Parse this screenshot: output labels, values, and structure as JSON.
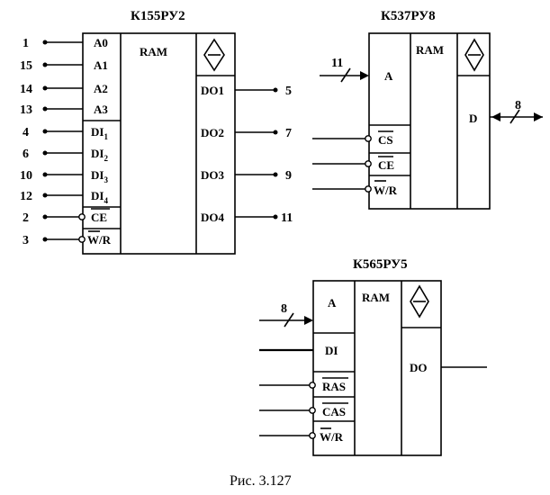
{
  "caption": "Рис. 3.127",
  "chips": {
    "k155": {
      "title": "К155РУ2",
      "ram": "RAM",
      "addr": [
        {
          "pin": "1",
          "label": "A0"
        },
        {
          "pin": "15",
          "label": "A1"
        },
        {
          "pin": "14",
          "label": "A2"
        },
        {
          "pin": "13",
          "label": "A3"
        }
      ],
      "data_in": [
        {
          "pin": "4",
          "label": "DI",
          "sub": "1"
        },
        {
          "pin": "6",
          "label": "DI",
          "sub": "2"
        },
        {
          "pin": "10",
          "label": "DI",
          "sub": "3"
        },
        {
          "pin": "12",
          "label": "DI",
          "sub": "4"
        }
      ],
      "ce": {
        "pin": "2",
        "label": "CE"
      },
      "wr": {
        "pin": "3",
        "label": "W/R"
      },
      "outputs": [
        {
          "pin": "5",
          "label": "DO1"
        },
        {
          "pin": "7",
          "label": "DO2"
        },
        {
          "pin": "9",
          "label": "DO3"
        },
        {
          "pin": "11",
          "label": "DO4"
        }
      ]
    },
    "k537": {
      "title": "К537РУ8",
      "ram": "RAM",
      "addr_label": "A",
      "addr_width": "11",
      "cs": "CS",
      "ce": "CE",
      "wr": "W/R",
      "data_label": "D",
      "data_width": "8"
    },
    "k565": {
      "title": "К565РУ5",
      "ram": "RAM",
      "addr_label": "A",
      "addr_width": "8",
      "di": "DI",
      "ras": "RAS",
      "cas": "CAS",
      "wr": "W/R",
      "do": "DO"
    }
  }
}
